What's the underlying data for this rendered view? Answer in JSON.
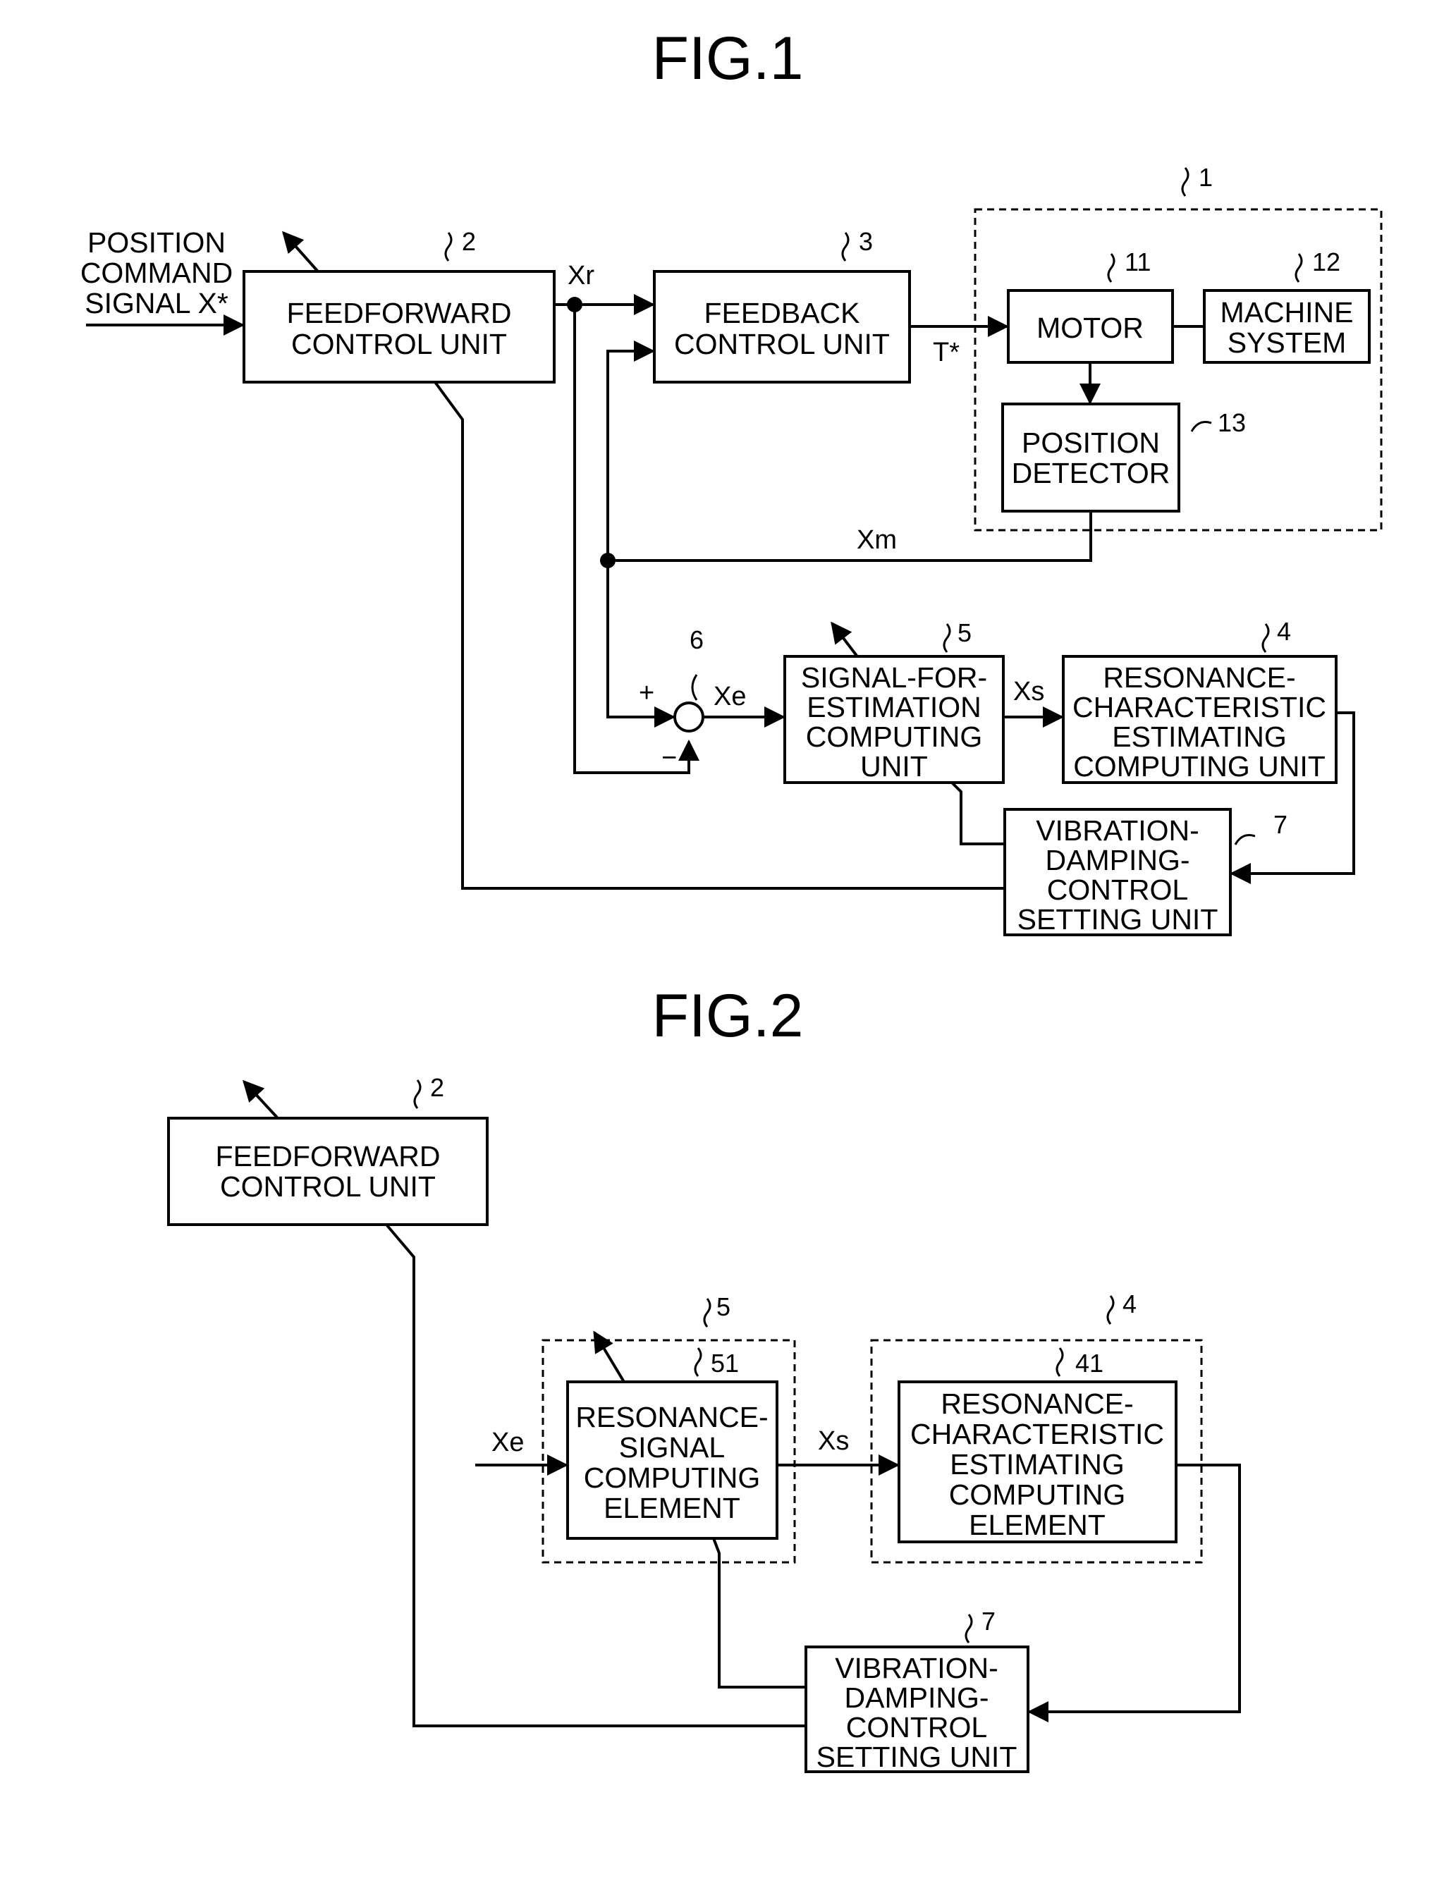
{
  "figure1": {
    "title": "FIG.1",
    "input_label": [
      "POSITION",
      "COMMAND",
      "SIGNAL X*"
    ],
    "blocks": {
      "feedforward": {
        "ref": "2",
        "lines": [
          "FEEDFORWARD",
          "CONTROL UNIT"
        ]
      },
      "feedback": {
        "ref": "3",
        "lines": [
          "FEEDBACK",
          "CONTROL UNIT"
        ]
      },
      "motor": {
        "ref": "11",
        "lines": [
          "MOTOR"
        ]
      },
      "machine": {
        "ref": "12",
        "lines": [
          "MACHINE",
          "SYSTEM"
        ]
      },
      "position_detector": {
        "ref": "13",
        "lines": [
          "POSITION",
          "DETECTOR"
        ]
      },
      "signal_for_estimation": {
        "ref": "5",
        "lines": [
          "SIGNAL-FOR-",
          "ESTIMATION",
          "COMPUTING",
          "UNIT"
        ]
      },
      "resonance_estimating": {
        "ref": "4",
        "lines": [
          "RESONANCE-",
          "CHARACTERISTIC",
          "ESTIMATING",
          "COMPUTING UNIT"
        ]
      },
      "vibration_damping": {
        "ref": "7",
        "lines": [
          "VIBRATION-",
          "DAMPING-",
          "CONTROL",
          "SETTING UNIT"
        ]
      }
    },
    "plant_ref": "1",
    "summing_ref": "6",
    "signals": {
      "xr": "Xr",
      "t_star": "T*",
      "xm": "Xm",
      "xe": "Xe",
      "xs": "Xs",
      "plus": "+",
      "minus": "−"
    }
  },
  "figure2": {
    "title": "FIG.2",
    "blocks": {
      "feedforward": {
        "ref": "2",
        "lines": [
          "FEEDFORWARD",
          "CONTROL UNIT"
        ]
      },
      "resonance_signal": {
        "ref": "51",
        "lines": [
          "RESONANCE-",
          "SIGNAL",
          "COMPUTING",
          "ELEMENT"
        ]
      },
      "resonance_estimating": {
        "ref": "41",
        "lines": [
          "RESONANCE-",
          "CHARACTERISTIC",
          "ESTIMATING",
          "COMPUTING",
          "ELEMENT"
        ]
      },
      "vibration_damping": {
        "ref": "7",
        "lines": [
          "VIBRATION-",
          "DAMPING-",
          "CONTROL",
          "SETTING UNIT"
        ]
      }
    },
    "group_refs": {
      "unit5": "5",
      "unit4": "4"
    },
    "signals": {
      "xe": "Xe",
      "xs": "Xs"
    }
  }
}
